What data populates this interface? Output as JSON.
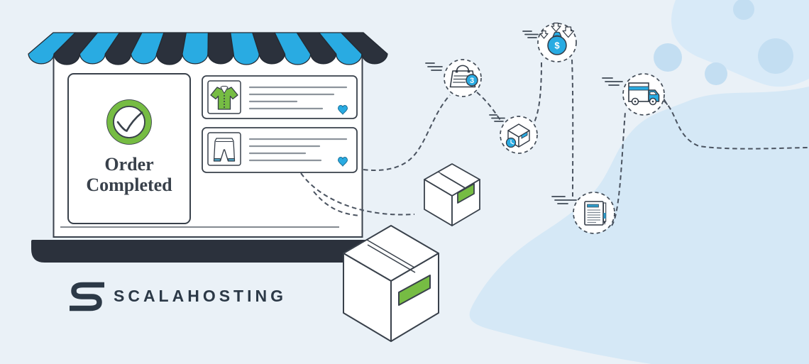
{
  "illustration": {
    "order_card": {
      "line1": "Order",
      "line2": "Completed"
    },
    "products": [
      {
        "icon": "shirt-icon",
        "favorited": true
      },
      {
        "icon": "pants-icon",
        "favorited": true
      }
    ],
    "journey_steps": [
      {
        "icon": "shopping-bag-icon",
        "badge": "3"
      },
      {
        "icon": "money-bag-icon",
        "symbol": "$"
      },
      {
        "icon": "package-clock-icon"
      },
      {
        "icon": "invoice-pen-icon"
      },
      {
        "icon": "delivery-truck-icon"
      }
    ],
    "shipping_boxes": 2
  },
  "brand": {
    "name": "SCALAHOSTING"
  },
  "colors": {
    "accent_blue": "#29abe2",
    "accent_green": "#76bc43",
    "ink": "#2b313c",
    "background": "#eaf1f7",
    "blob": "#d5e8f6"
  }
}
